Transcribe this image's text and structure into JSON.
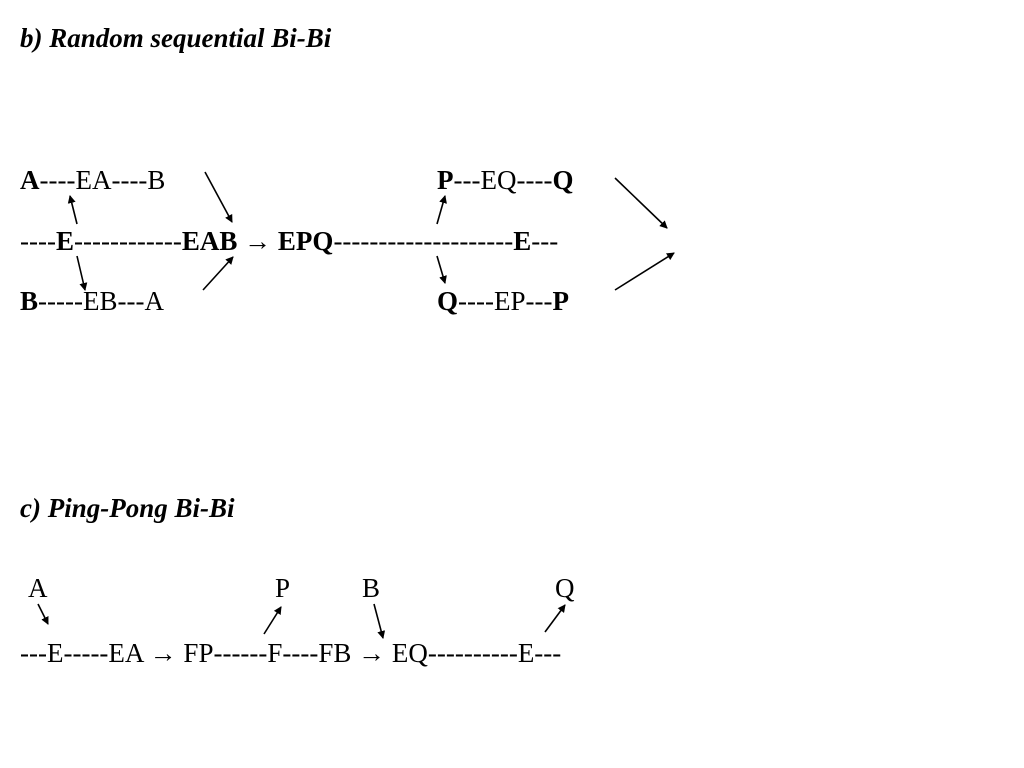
{
  "section_b": {
    "title": "b) Random sequential Bi-Bi",
    "row1_left": {
      "a": "A",
      "mid": "----EA----B"
    },
    "row1_right": {
      "p": "P",
      "mid": "---EQ----",
      "q": "Q"
    },
    "row2": {
      "lead": "----",
      "e1": "E",
      "dash1": "------------",
      "eab": "EAB",
      "arrow": "→",
      "epq": "EPQ",
      "dash2": "--------------------",
      "e2": "E",
      "tail": "---"
    },
    "row3_left": {
      "b": "B",
      "mid": "-----EB---A"
    },
    "row3_right": {
      "q": "Q",
      "mid": "----EP---",
      "p": "P"
    }
  },
  "section_c": {
    "title": "c) Ping-Pong Bi-Bi",
    "top": {
      "a": "A",
      "p": "P",
      "b": "B",
      "q": "Q"
    },
    "line": "---E-----EA → FP------F----FB → EQ----------E---"
  }
}
